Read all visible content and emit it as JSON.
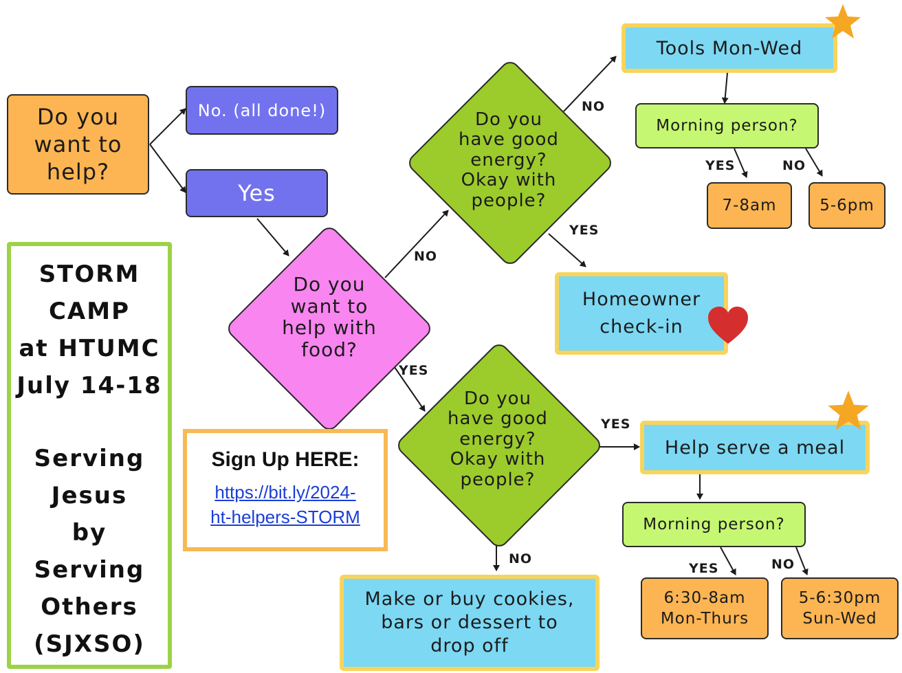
{
  "start": "Do you\nwant to\nhelp?",
  "no_done": "No. (all done!)",
  "yes": "Yes",
  "q_food": "Do you\nwant to\nhelp with\nfood?",
  "q_energy_top": "Do you\nhave good\nenergy?\nOkay with\npeople?",
  "q_energy_bottom": "Do you\nhave good\nenergy?\nOkay with\npeople?",
  "tools": "Tools Mon-Wed",
  "morning_top": "Morning person?",
  "time_7_8": "7-8am",
  "time_5_6": "5-6pm",
  "homeowner": "Homeowner\ncheck-in",
  "serve_meal": "Help serve a meal",
  "morning_bottom": "Morning person?",
  "time_630_8": "6:30-8am\nMon-Thurs",
  "time_5_630": "5-6:30pm\nSun-Wed",
  "cookies": "Make or buy cookies,\nbars or dessert to\ndrop off",
  "labels": {
    "no_food": "NO",
    "yes_food": "YES",
    "no_top": "NO",
    "yes_top": "YES",
    "yes_tools_morning": "YES",
    "no_tools_morning": "NO",
    "yes_bottom": "YES",
    "no_bottom": "NO",
    "yes_meal_morning": "YES",
    "no_meal_morning": "NO"
  },
  "camp": {
    "line1": "STORM\nCAMP\nat HTUMC\nJuly 14-18",
    "line2": "Serving\nJesus\nby\nServing\nOthers\n(SJXSO)"
  },
  "signup": {
    "title": "Sign Up HERE:",
    "link": "https://bit.ly/2024-\nht-helpers-STORM"
  },
  "colors": {
    "orange": "#fcb552",
    "purple": "#7272ef",
    "pink": "#f985f0",
    "green": "#9ccb2c",
    "blue": "#7dd8f3",
    "gold": "#f7d45c",
    "lime": "#c6f772",
    "star": "#f5a623",
    "heart": "#d52e2e"
  },
  "icons": [
    "star-icon",
    "heart-icon"
  ]
}
